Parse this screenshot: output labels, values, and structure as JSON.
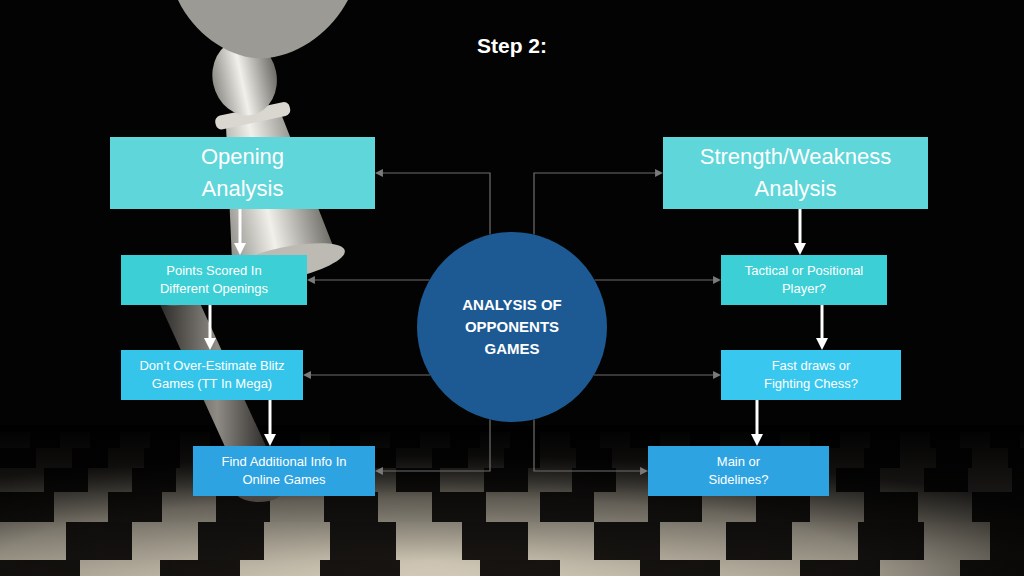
{
  "diagram": {
    "title": "Step 2:",
    "nodes": [
      {
        "text": [
          "Opening Analysis"
        ]
      },
      {
        "text": [
          "Points Scored In Different Openings"
        ]
      },
      {
        "text": [
          "Don’t Over-Estimate Blitz Games (TT In Mega)"
        ]
      },
      {
        "text": [
          "Find Additional Info In Online Games"
        ]
      },
      {
        "text": [
          "ANALYSIS OF OPPONENTS GAMES"
        ]
      },
      {
        "text": [
          "Strength/Weakness Analysis"
        ]
      },
      {
        "text": [
          "Tactical or Positional Player?"
        ]
      },
      {
        "text": [
          "Fast draws or Fighting Chess?"
        ]
      },
      {
        "text": [
          "Main or Sidelines?"
        ]
      }
    ],
    "edges": [
      {
        "from": 0,
        "to": 1,
        "arrow": "to"
      },
      {
        "from": 1,
        "to": 2,
        "arrow": "to"
      },
      {
        "from": 2,
        "to": 3,
        "arrow": "to"
      },
      {
        "from": 5,
        "to": 6,
        "arrow": "to"
      },
      {
        "from": 6,
        "to": 7,
        "arrow": "to"
      },
      {
        "from": 7,
        "to": 8,
        "arrow": "to"
      },
      {
        "from": 4,
        "to": 0,
        "arrow": "to"
      },
      {
        "from": 4,
        "to": 1,
        "arrow": "to"
      },
      {
        "from": 4,
        "to": 2,
        "arrow": "to"
      },
      {
        "from": 4,
        "to": 3,
        "arrow": "to"
      },
      {
        "from": 4,
        "to": 5,
        "arrow": "to"
      },
      {
        "from": 4,
        "to": 6,
        "arrow": "to"
      },
      {
        "from": 4,
        "to": 7,
        "arrow": "to"
      },
      {
        "from": 4,
        "to": 8,
        "arrow": "to"
      }
    ]
  }
}
